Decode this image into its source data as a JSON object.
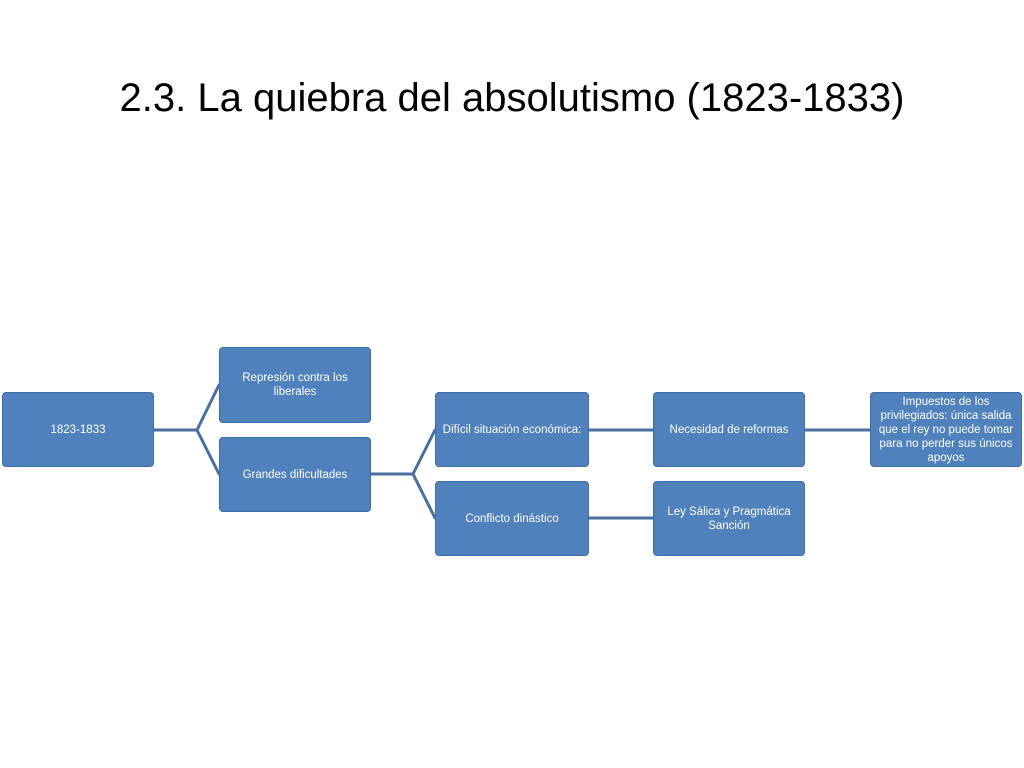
{
  "slide": {
    "title": "2.3. La quiebra del absolutismo (1823-1833)"
  },
  "diagram": {
    "root": "1823-1833",
    "represion": "Represión contra los liberales",
    "grandes_dificultades": "Grandes dificultades",
    "dificil_situacion": "Difícil situación económica:",
    "necesidad_reformas": "Necesidad de reformas",
    "impuestos": "Impuestos de los privilegiados: única salida que el rey no puede tomar para no perder sus únicos apoyos",
    "conflicto_dinastico": "Conflicto dinástico",
    "ley_salica": "Ley Sálica y Pragmática Sanción"
  },
  "colors": {
    "node_fill": "#4f81bd",
    "connector": "#4a6f9e",
    "text_on_node": "#ffffff"
  }
}
